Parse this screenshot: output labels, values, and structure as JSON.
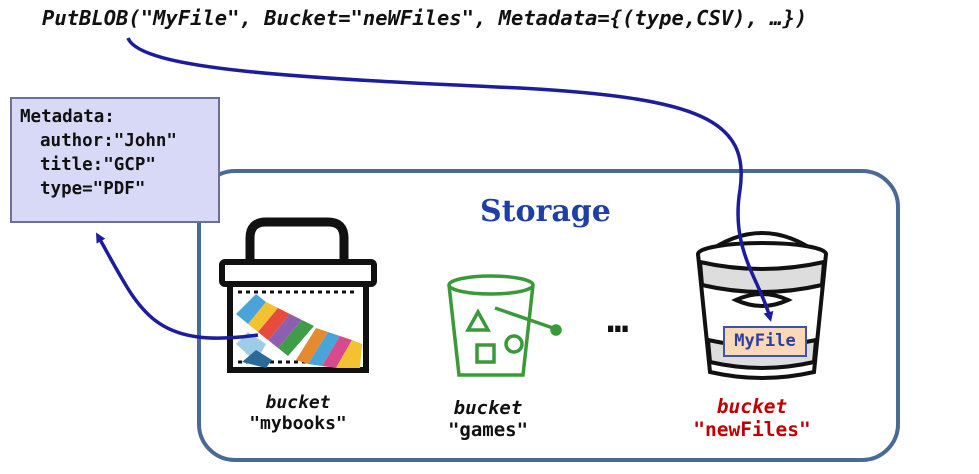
{
  "api_call": "PutBLOB(\"MyFile\", Bucket=\"neWFiles\", Metadata={(type,CSV), …})",
  "storage": {
    "title": "Storage"
  },
  "metadata": {
    "header": "Metadata:",
    "lines": [
      "author:\"John\"",
      "title:\"GCP\"",
      "type=\"PDF\""
    ]
  },
  "buckets": [
    {
      "word": "bucket",
      "name": "\"mybooks\"",
      "color": "#111111"
    },
    {
      "word": "bucket",
      "name": "\"games\"",
      "color": "#111111"
    },
    {
      "word": "bucket",
      "name": "\"newFiles\"",
      "color": "#c00000"
    }
  ],
  "ellipsis": "…",
  "file_label": "MyFile",
  "colors": {
    "arrow": "#1c1c9c",
    "storage_border": "#4a6a96",
    "games_icon": "#3a9a3a",
    "title": "#1f3fa8"
  },
  "icons": [
    "basket-icon",
    "books-icon",
    "bucket-shapes-icon",
    "pail-icon"
  ]
}
